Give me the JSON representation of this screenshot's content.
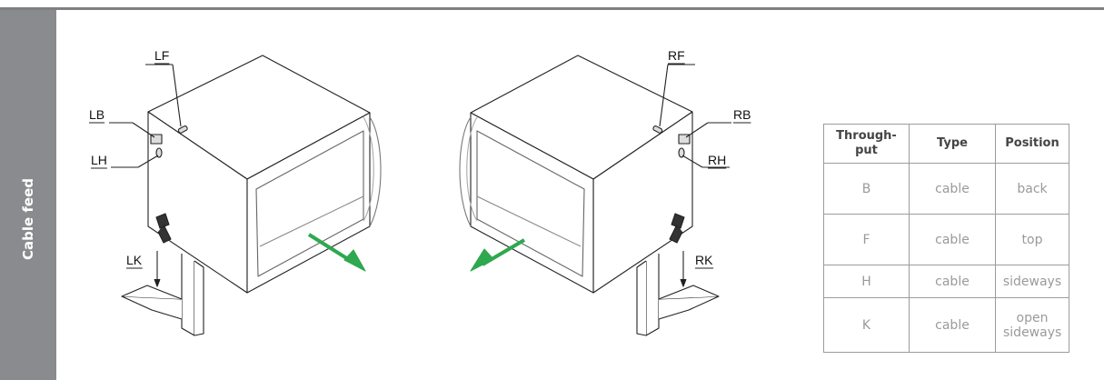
{
  "sidebar": {
    "label": "Cable feed"
  },
  "callouts": {
    "LF": "LF",
    "LB": "LB",
    "LH": "LH",
    "LK": "LK",
    "RF": "RF",
    "RB": "RB",
    "RH": "RH",
    "RK": "RK"
  },
  "table": {
    "headers": [
      "Through-put",
      "Type",
      "Position"
    ],
    "rows": [
      [
        "B",
        "cable",
        "back"
      ],
      [
        "F",
        "cable",
        "top"
      ],
      [
        "H",
        "cable",
        "sideways"
      ],
      [
        "K",
        "cable",
        "open sideways"
      ]
    ]
  },
  "colors": {
    "band": "#8a8b8e",
    "arrow": "#2fa84f",
    "rule": "#7f8083"
  }
}
